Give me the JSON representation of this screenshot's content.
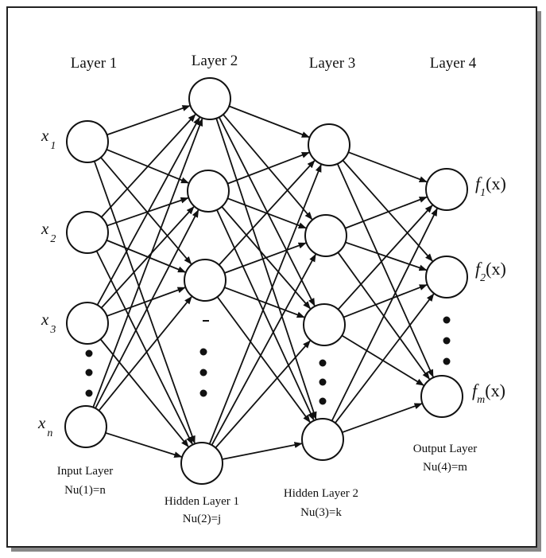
{
  "layers": [
    {
      "title": "Layer 1"
    },
    {
      "title": "Layer 2"
    },
    {
      "title": "Layer 3"
    },
    {
      "title": "Layer 4"
    }
  ],
  "inputs": [
    {
      "base": "x",
      "sub": "1"
    },
    {
      "base": "x",
      "sub": "2"
    },
    {
      "base": "x",
      "sub": "3"
    },
    {
      "base": "x",
      "sub": "n"
    }
  ],
  "outputs": [
    {
      "base": "f",
      "sub": "1",
      "arg": "(x)"
    },
    {
      "base": "f",
      "sub": "2",
      "arg": "(x)"
    },
    {
      "base": "f",
      "sub": "m",
      "arg": "(x)"
    }
  ],
  "captions": {
    "input_layer": "Input Layer",
    "input_count": "Nu(1)=n",
    "hidden1": "Hidden Layer 1",
    "hidden1_count": "Nu(2)=j",
    "hidden2": "Hidden Layer 2",
    "hidden2_count": "Nu(3)=k",
    "output_layer": "Output Layer",
    "output_count": "Nu(4)=m"
  }
}
